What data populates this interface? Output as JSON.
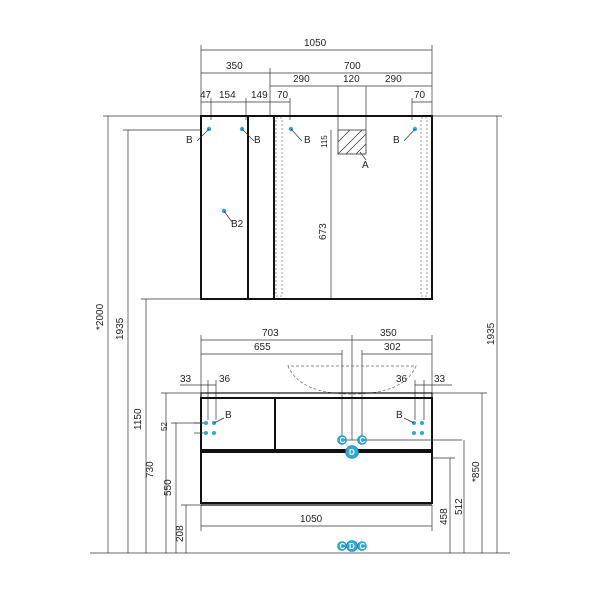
{
  "top_dims": {
    "overall_width": "1050",
    "left_section": "350",
    "right_section": "700",
    "right_part_a": "290",
    "right_part_b": "120",
    "right_part_c": "290",
    "left_a": "47",
    "left_b": "154",
    "left_c": "149",
    "inner_left": "70",
    "inner_right": "70",
    "small_vertical": "115",
    "shelf_height": "673"
  },
  "side_dims": {
    "total_height": "*2000",
    "left_height": "1935",
    "right_height": "1935",
    "mirror_bottom": "1150"
  },
  "bottom_dims": {
    "width_703": "703",
    "width_655": "655",
    "width_350": "350",
    "width_302": "302",
    "off_33_left": "33",
    "off_36_left": "36",
    "off_36_right": "36",
    "off_33_right": "33",
    "h_52": "52",
    "h_730": "730",
    "h_550": "550",
    "h_208": "208",
    "h_850": "*850",
    "h_512": "512",
    "h_458": "458",
    "bottom_width": "1050"
  },
  "labels": {
    "b": "B",
    "b2": "B2",
    "a": "A",
    "d": "D",
    "c": "C"
  },
  "colors": {
    "marker": "#29a9e0",
    "line": "#333333"
  }
}
